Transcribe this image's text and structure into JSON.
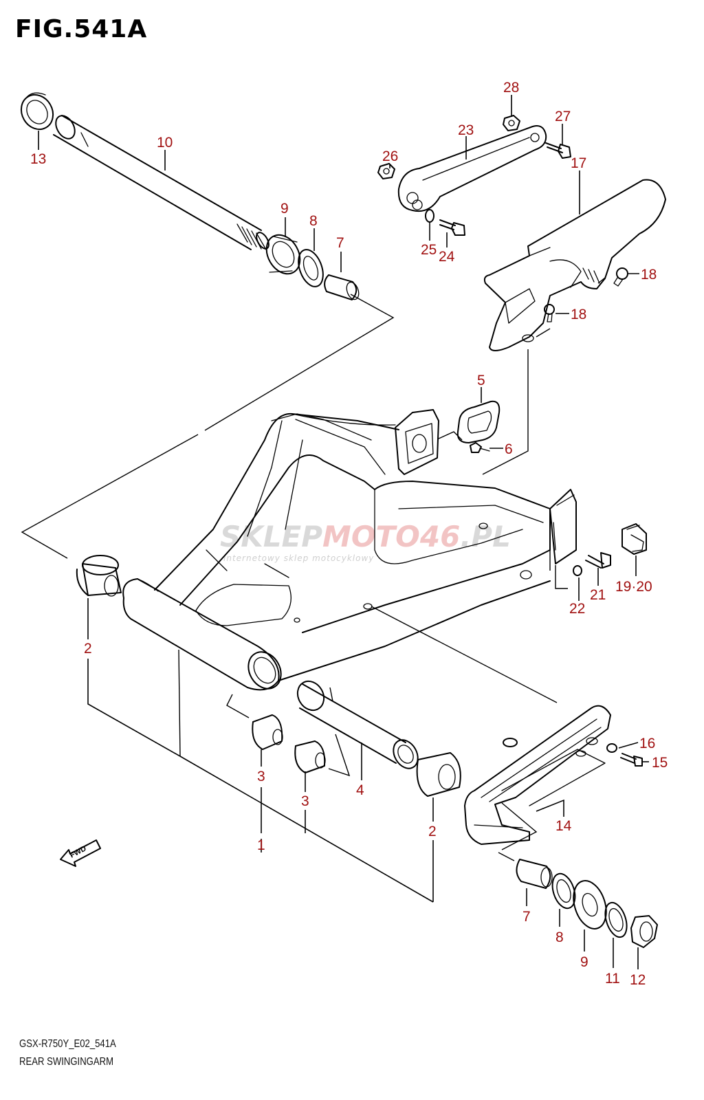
{
  "title": "FIG.541A",
  "footer": {
    "code": "GSX-R750Y_E02_541A",
    "name": "REAR SWINGINGARM"
  },
  "watermark": {
    "brand_a": "SKLEP",
    "brand_b": "MOTO",
    "brand_c": "46",
    "brand_d": ".PL",
    "tagline": "internetowy sklep motocyklowy"
  },
  "fwd_label": "FWD",
  "callouts": {
    "c1": "1",
    "c2a": "2",
    "c2b": "2",
    "c3a": "3",
    "c3b": "3",
    "c4": "4",
    "c5": "5",
    "c6": "6",
    "c7a": "7",
    "c7b": "7",
    "c8a": "8",
    "c8b": "8",
    "c9a": "9",
    "c9b": "9",
    "c10": "10",
    "c11": "11",
    "c12": "12",
    "c13": "13",
    "c14": "14",
    "c15": "15",
    "c16": "16",
    "c17": "17",
    "c18a": "18",
    "c18b": "18",
    "c1920": "19·20",
    "c21": "21",
    "c22": "22",
    "c23": "23",
    "c24": "24",
    "c25": "25",
    "c26": "26",
    "c27": "27",
    "c28": "28"
  },
  "colors": {
    "label": "#a01010",
    "line": "#000000",
    "watermark": "#d9d9d9",
    "watermark_accent": "#f2c4c4"
  }
}
